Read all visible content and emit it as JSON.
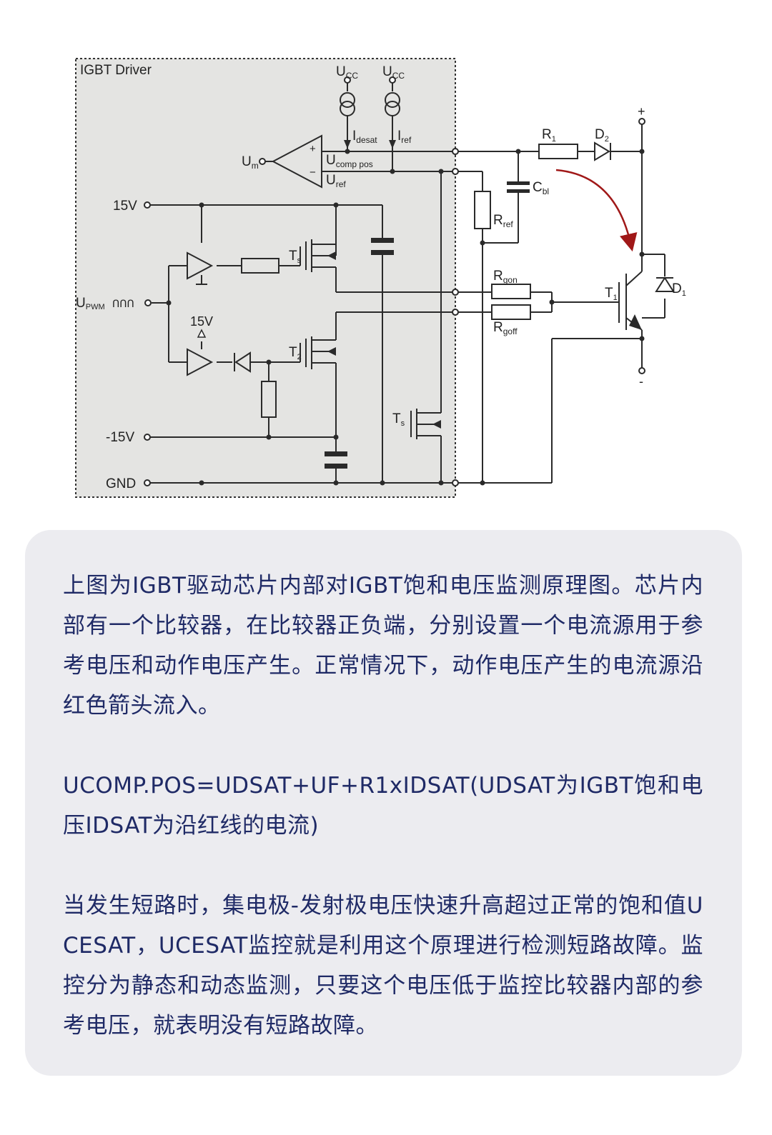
{
  "diagram": {
    "driver_label": "IGBT Driver",
    "ucc_main": "U",
    "ucc_sub": "CC",
    "i_desat_main": "I",
    "i_desat_sub": "desat",
    "i_ref_main": "I",
    "i_ref_sub": "ref",
    "um_main": "U",
    "um_sub": "m",
    "ucomp_main": "U",
    "ucomp_sub": "comp pos",
    "uref_main": "U",
    "uref_sub": "ref",
    "v15": "15V",
    "v15_small": "15V",
    "vneg15": "-15V",
    "gnd": "GND",
    "upwm_main": "U",
    "upwm_sub": "PWM",
    "ts_main": "T",
    "ts_sub": "s",
    "t2_main": "T",
    "t2_sub": "2",
    "t3_main": "T",
    "t3_sub": "s",
    "r1_main": "R",
    "r1_sub": "1",
    "d2_main": "D",
    "d2_sub": "2",
    "cbl_main": "C",
    "cbl_sub": "bl",
    "rref_main": "R",
    "rref_sub": "ref",
    "rgon_main": "R",
    "rgon_sub": "gon",
    "rgoff_main": "R",
    "rgoff_sub": "goff",
    "t1_main": "T",
    "t1_sub": "1",
    "d1_main": "D",
    "d1_sub": "1",
    "plus": "+",
    "minus": "-",
    "cmp_plus": "+",
    "cmp_minus": "−",
    "pwm_wave": "ՈՈՈ"
  },
  "article": {
    "p1": "上图为IGBT驱动芯片内部对IGBT饱和电压监测原理图。芯片内部有一个比较器，在比较器正负端，分别设置一个电流源用于参考电压和动作电压产生。正常情况下，动作电压产生的电流源沿红色箭头流入。",
    "p2": "UCOMP.POS=UDSAT+UF+R1xIDSAT(UDSAT为IGBT饱和电压IDSAT为沿红线的电流)",
    "p3": "当发生短路时，集电极-发射极电压快速升高超过正常的饱和值UCESAT，UCESAT监控就是利用这个原理进行检测短路故障。监控分为静态和动态监测，只要这个电压低于监控比较器内部的参考电压，就表明没有短路故障。"
  },
  "colors": {
    "driver_bg": "#e4e4e2",
    "wire": "#2a2a2a",
    "arrow": "#a01818",
    "text": "#1f2a66",
    "card": "#ececf0"
  }
}
